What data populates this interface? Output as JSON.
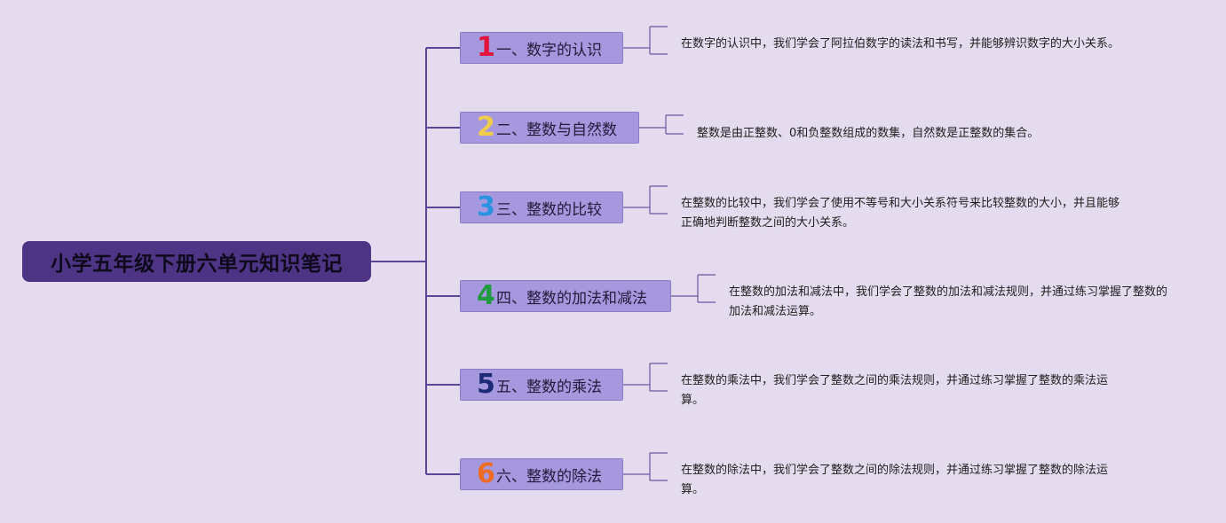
{
  "root": {
    "title": "小学五年级下册六单元知识笔记"
  },
  "topics": [
    {
      "num": "1",
      "num_color": "#e3143c",
      "label": "一、数字的认识",
      "desc": "在数字的认识中，我们学会了阿拉伯数字的读法和书写，并能够辨识数字的大小关系。"
    },
    {
      "num": "2",
      "num_color": "#f0cc4a",
      "label": "二、整数与自然数",
      "desc": "整数是由正整数、0和负整数组成的数集，自然数是正整数的集合。"
    },
    {
      "num": "3",
      "num_color": "#2a93e0",
      "label": "三、整数的比较",
      "desc": "在整数的比较中，我们学会了使用不等号和大小关系符号来比较整数的大小，并且能够正确地判断整数之间的大小关系。"
    },
    {
      "num": "4",
      "num_color": "#1f9a3c",
      "label": "四、整数的加法和减法",
      "desc": "在整数的加法和减法中，我们学会了整数的加法和减法规则，并通过练习掌握了整数的加法和减法运算。"
    },
    {
      "num": "5",
      "num_color": "#1c2a78",
      "label": "五、整数的乘法",
      "desc": "在整数的乘法中，我们学会了整数之间的乘法规则，并通过练习掌握了整数的乘法运算。"
    },
    {
      "num": "6",
      "num_color": "#ef6a22",
      "label": "六、整数的除法",
      "desc": "在整数的除法中，我们学会了整数之间的除法规则，并通过练习掌握了整数的除法运算。"
    }
  ],
  "colors": {
    "background": "#e4dcee",
    "root": "#4e3484",
    "topic": "#a598de",
    "line": "#5a4494"
  }
}
